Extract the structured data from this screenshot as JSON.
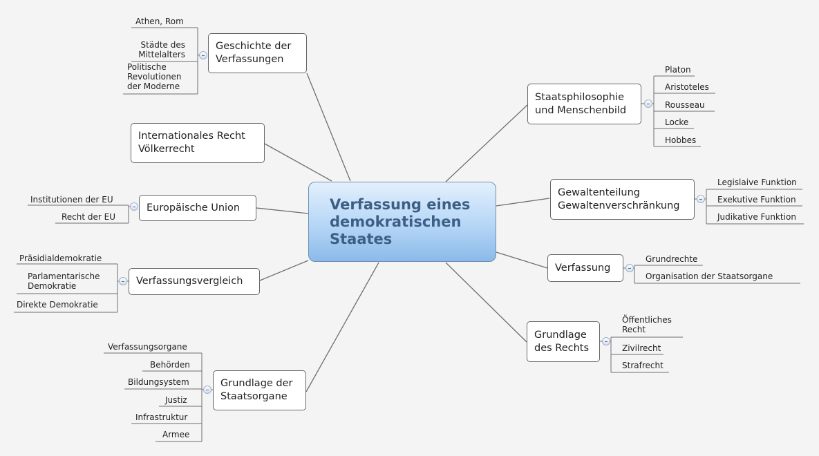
{
  "central": "Verfassung eines\ndemokratischen\nStaates",
  "topics": {
    "geschichte": {
      "label": "Geschichte der\nVerfassungen",
      "children": [
        "Athen, Rom",
        "Städte des\nMittelalters",
        "Politische\nRevolutionen\nder Moderne"
      ]
    },
    "internationales": {
      "label": "Internationales Recht\nVölkerrecht"
    },
    "eu": {
      "label": "Europäische Union",
      "children": [
        "Institutionen der EU",
        "Recht der EU"
      ]
    },
    "vergleich": {
      "label": "Verfassungsvergleich",
      "children": [
        "Präsidialdemokratie",
        "Parlamentarische\nDemokratie",
        "Direkte Demokratie"
      ]
    },
    "staatsorgane": {
      "label": "Grundlage der\nStaatsorgane",
      "children": [
        "Verfassungsorgane",
        "Behörden",
        "Bildungsystem",
        "Justiz",
        "Infrastruktur",
        "Armee"
      ]
    },
    "philosophie": {
      "label": "Staatsphilosophie\nund Menschenbild",
      "children": [
        "Platon",
        "Aristoteles",
        "Rousseau",
        "Locke",
        "Hobbes"
      ]
    },
    "gewalten": {
      "label": "Gewaltenteilung\nGewaltenverschränkung",
      "children": [
        "Legislaive Funktion",
        "Exekutive Funktion",
        "Judikative Funktion"
      ]
    },
    "verfassung": {
      "label": "Verfassung",
      "children": [
        "Grundrechte",
        "Organisation der Staatsorgane"
      ]
    },
    "recht": {
      "label": "Grundlage\ndes Rechts",
      "children": [
        "Öffentliches\nRecht",
        "Zivilrecht",
        "Strafrecht"
      ]
    }
  }
}
